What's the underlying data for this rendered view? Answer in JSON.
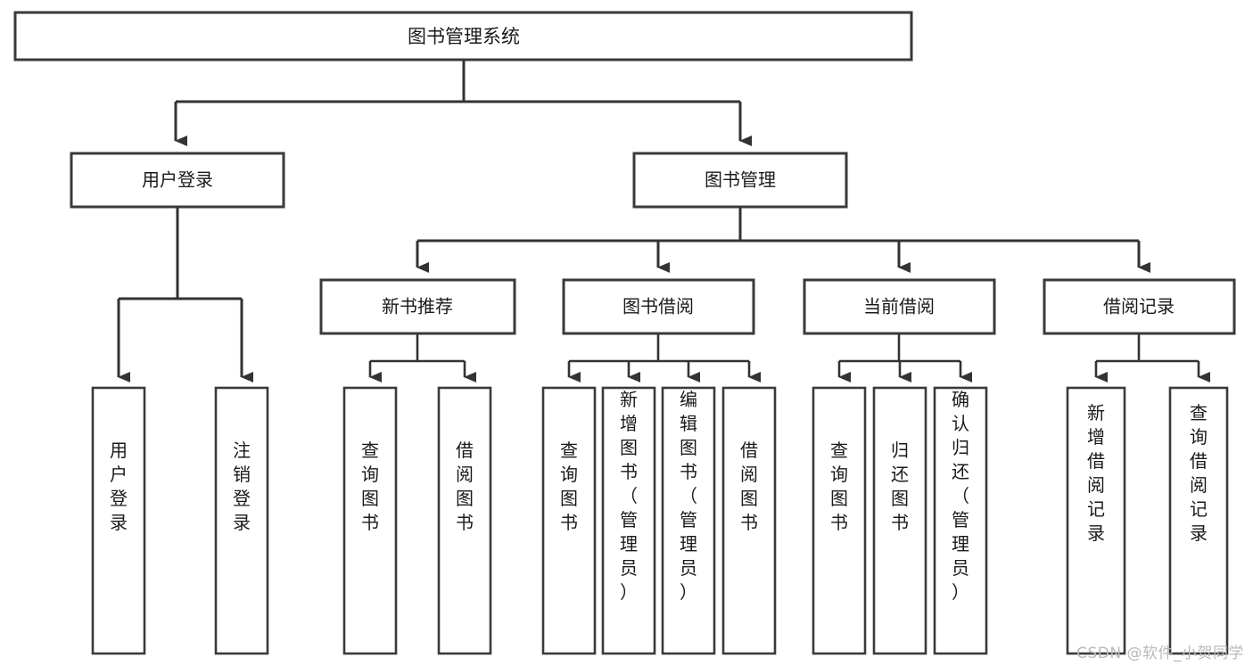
{
  "diagram": {
    "kind": "tree-structure-chart",
    "title": "图书管理系统",
    "background_color": "#ffffff",
    "line_color": "#333333",
    "box_fill": "#ffffff",
    "text_color": "#1a1a1a"
  },
  "root": {
    "label": "图书管理系统"
  },
  "level2": [
    {
      "label": "用户登录"
    },
    {
      "label": "图书管理"
    }
  ],
  "level3": [
    {
      "label": "新书推荐"
    },
    {
      "label": "图书借阅"
    },
    {
      "label": "当前借阅"
    },
    {
      "label": "借阅记录"
    }
  ],
  "leaves": {
    "user_login": [
      {
        "label": "用户登录"
      },
      {
        "label": "注销登录"
      }
    ],
    "new_book_recommend": [
      {
        "label": "查询图书"
      },
      {
        "label": "借阅图书"
      }
    ],
    "book_borrow": [
      {
        "label": "查询图书"
      },
      {
        "label": "新增图书（管理员）"
      },
      {
        "label": "编辑图书（管理员）"
      },
      {
        "label": "借阅图书"
      }
    ],
    "current_borrow": [
      {
        "label": "查询图书"
      },
      {
        "label": "归还图书"
      },
      {
        "label": "确认归还（管理员）"
      }
    ],
    "borrow_record": [
      {
        "label": "新增借阅记录"
      },
      {
        "label": "查询借阅记录"
      }
    ]
  },
  "watermark": {
    "text": "CSDN @软件_小贺同学",
    "color": "#b9b9b9"
  }
}
